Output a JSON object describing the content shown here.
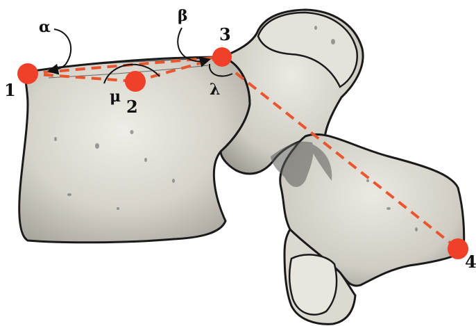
{
  "figure": {
    "points": [
      {
        "id": "1",
        "label": "1"
      },
      {
        "id": "2",
        "label": "2"
      },
      {
        "id": "3",
        "label": "3"
      },
      {
        "id": "4",
        "label": "4"
      }
    ],
    "angles": [
      {
        "id": "alpha",
        "label": "α"
      },
      {
        "id": "beta",
        "label": "β"
      },
      {
        "id": "mu",
        "label": "μ"
      },
      {
        "id": "lambda",
        "label": "λ"
      }
    ],
    "colors": {
      "landmark": "#f0402a",
      "dashed_line": "#e8552f",
      "bone_fill": "#dcd9d1",
      "bone_outline": "#1a1a1a",
      "shadow": "#5a5a57"
    }
  }
}
